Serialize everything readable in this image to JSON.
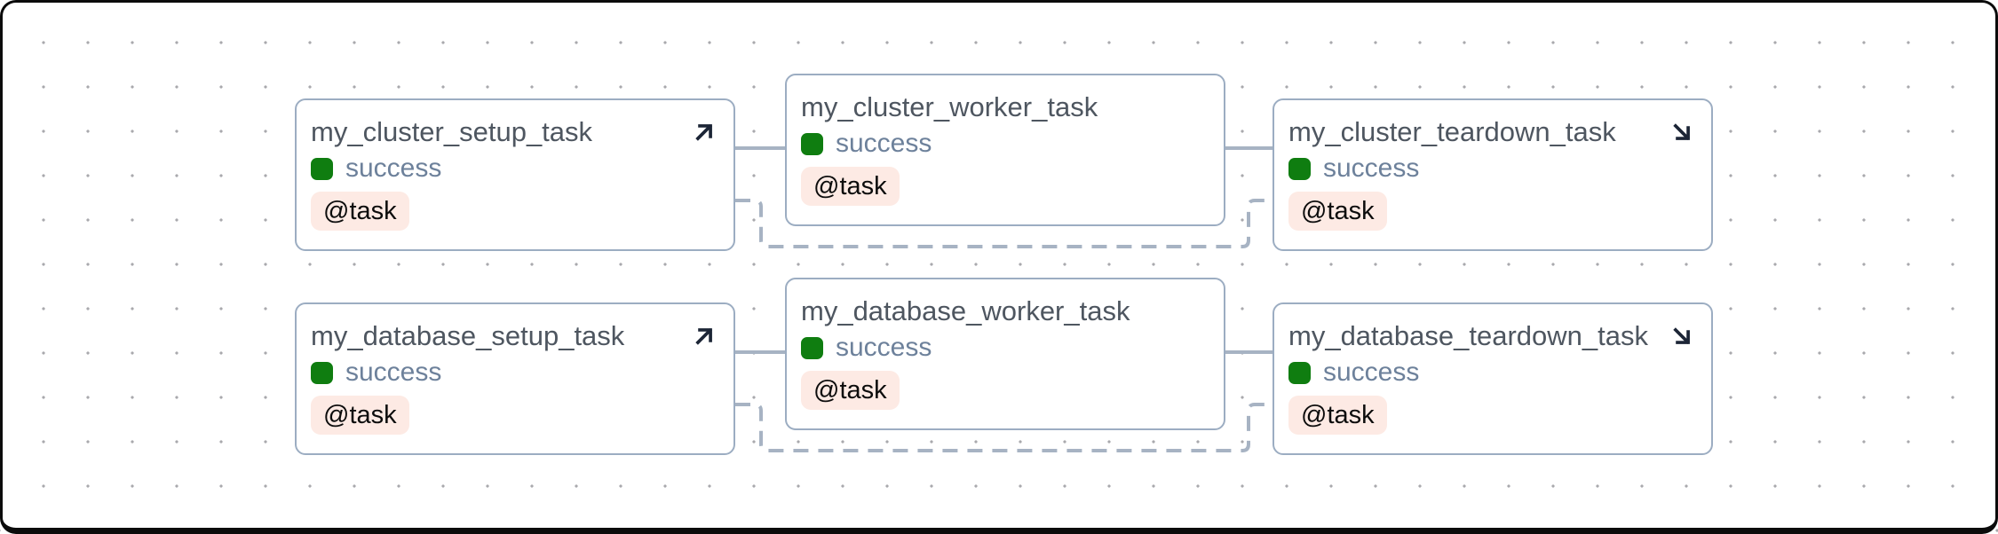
{
  "graph": {
    "nodes": [
      {
        "title": "my_cluster_setup_task",
        "state": "success",
        "decorator": "@task",
        "corner_icon": "arrow-up-right-icon"
      },
      {
        "title": "my_cluster_worker_task",
        "state": "success",
        "decorator": "@task",
        "corner_icon": ""
      },
      {
        "title": "my_cluster_teardown_task",
        "state": "success",
        "decorator": "@task",
        "corner_icon": "arrow-down-right-icon"
      },
      {
        "title": "my_database_setup_task",
        "state": "success",
        "decorator": "@task",
        "corner_icon": "arrow-up-right-icon"
      },
      {
        "title": "my_database_worker_task",
        "state": "success",
        "decorator": "@task",
        "corner_icon": ""
      },
      {
        "title": "my_database_teardown_task",
        "state": "success",
        "decorator": "@task",
        "corner_icon": "arrow-down-right-icon"
      }
    ],
    "edges": [
      {
        "from": "my_cluster_setup_task",
        "to": "my_cluster_worker_task",
        "style": "solid"
      },
      {
        "from": "my_cluster_worker_task",
        "to": "my_cluster_teardown_task",
        "style": "solid"
      },
      {
        "from": "my_cluster_setup_task",
        "to": "my_cluster_teardown_task",
        "style": "dashed"
      },
      {
        "from": "my_database_setup_task",
        "to": "my_database_worker_task",
        "style": "solid"
      },
      {
        "from": "my_database_worker_task",
        "to": "my_database_teardown_task",
        "style": "solid"
      },
      {
        "from": "my_database_setup_task",
        "to": "my_database_teardown_task",
        "style": "dashed"
      }
    ]
  },
  "colors": {
    "success_green": "#0f7d10",
    "node_border": "#9cadc2",
    "edge": "#a7b3c3",
    "decorator_badge_bg": "#fdeae4",
    "title_text": "#4e5660",
    "state_text": "#6d819b",
    "arrow_icon": "#1c2536",
    "frame_border": "#0b0b0b",
    "grid_dot": "#a9a9ad"
  }
}
